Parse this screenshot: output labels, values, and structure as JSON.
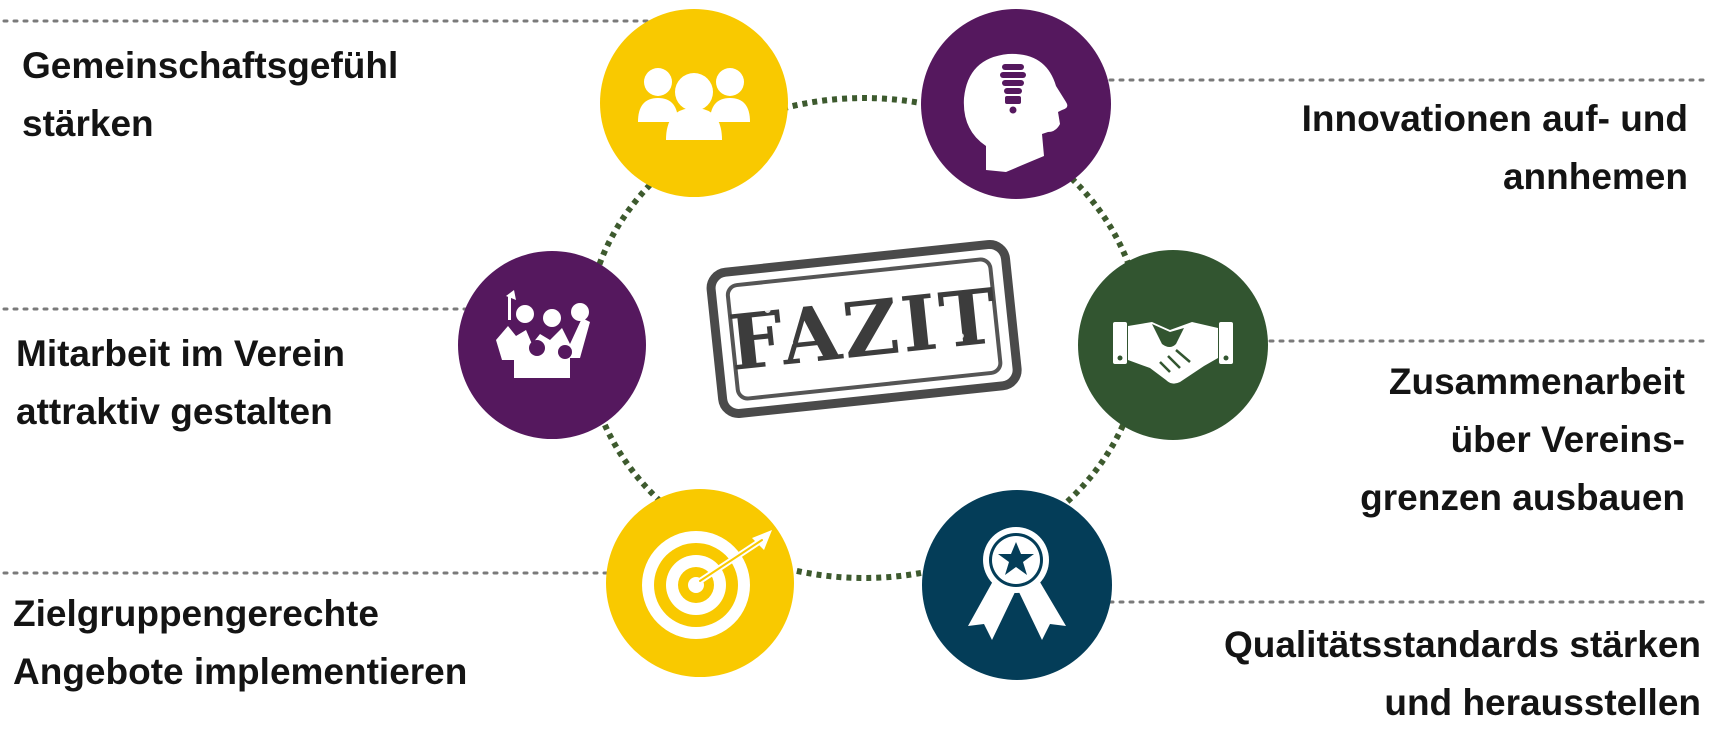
{
  "center": {
    "stamp_text": "FAZIT"
  },
  "items": [
    {
      "id": "community",
      "lines": [
        "Gemeinschaftsgefühl",
        "stärken"
      ],
      "icon": "group-people-icon",
      "color": "#F9C900"
    },
    {
      "id": "innovation",
      "lines": [
        "Innovationen auf- und",
        "annhemen"
      ],
      "icon": "head-lightbulb-icon",
      "color": "#55185E"
    },
    {
      "id": "volunteer",
      "lines": [
        "Mitarbeit im Verein",
        "attraktiv gestalten"
      ],
      "icon": "cheering-crowd-icon",
      "color": "#55185E"
    },
    {
      "id": "cooperation",
      "lines": [
        "Zusammenarbeit",
        "über Vereins-",
        "grenzen ausbauen"
      ],
      "icon": "handshake-icon",
      "color": "#325530"
    },
    {
      "id": "targetgroup",
      "lines": [
        "Zielgruppengerechte",
        "Angebote implementieren"
      ],
      "icon": "target-arrow-icon",
      "color": "#F9C900"
    },
    {
      "id": "quality",
      "lines": [
        "Qualitätsstandards stärken",
        "und herausstellen"
      ],
      "icon": "award-rosette-icon",
      "color": "#043D58"
    }
  ],
  "colors": {
    "ring": "#3D5A2E",
    "leader": "#777777",
    "text": "#141414"
  }
}
